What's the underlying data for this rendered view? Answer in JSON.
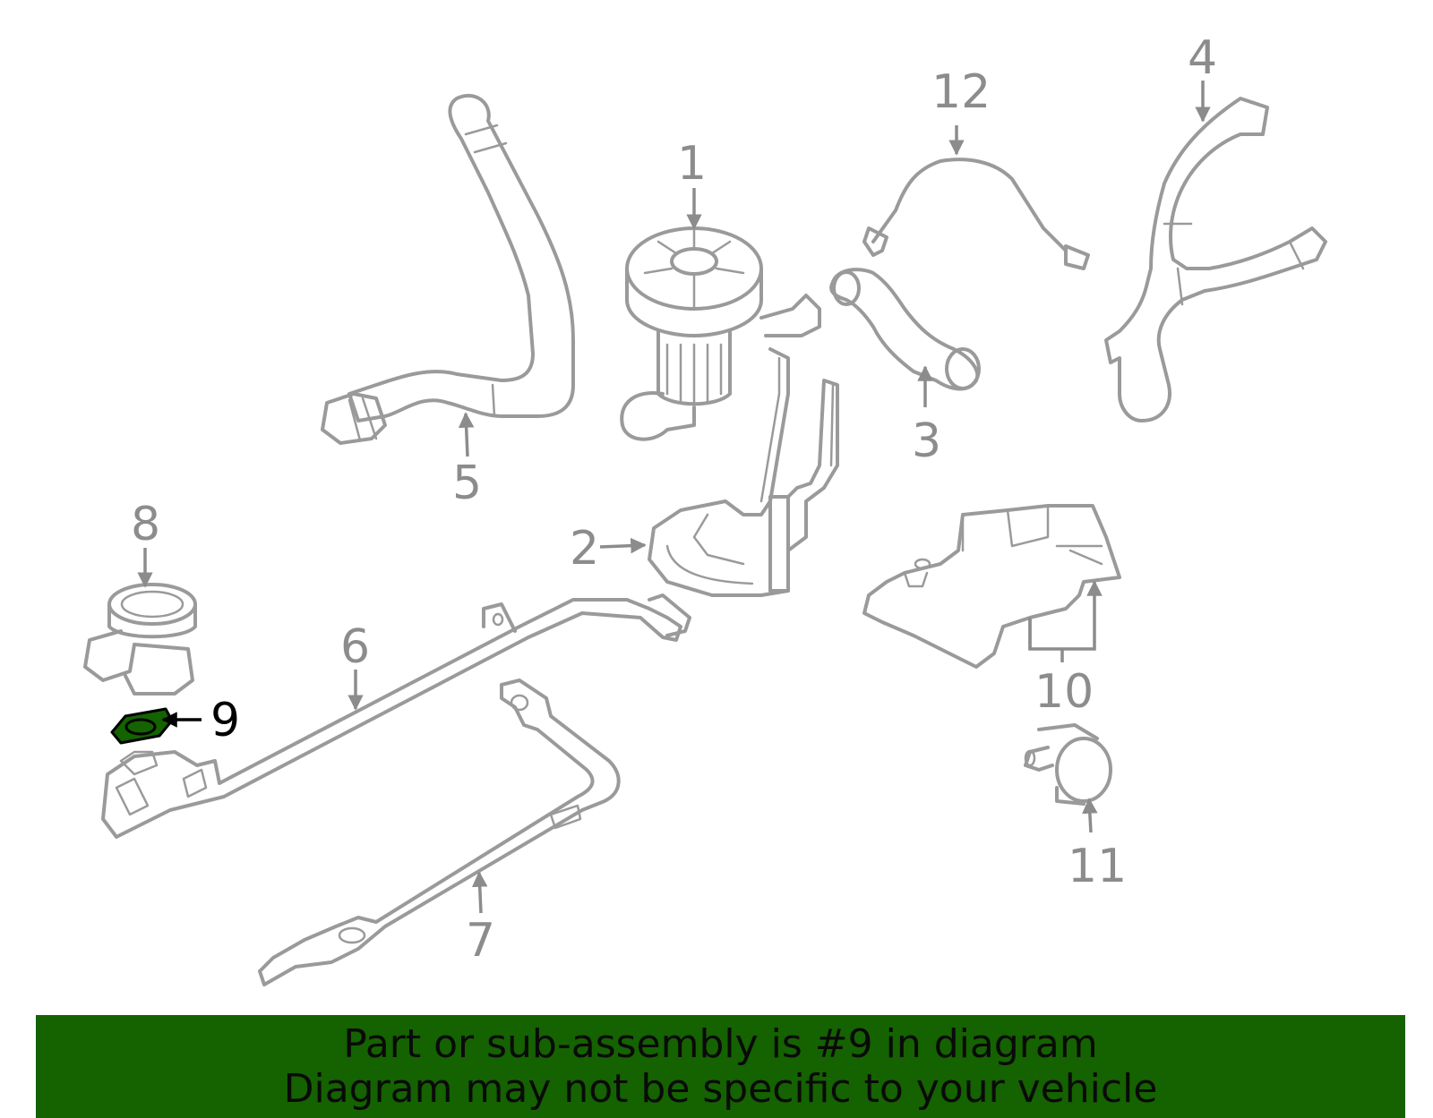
{
  "diagram": {
    "highlighted_part": "9",
    "callouts": [
      {
        "id": "1",
        "label": "1"
      },
      {
        "id": "2",
        "label": "2"
      },
      {
        "id": "3",
        "label": "3"
      },
      {
        "id": "4",
        "label": "4"
      },
      {
        "id": "5",
        "label": "5"
      },
      {
        "id": "6",
        "label": "6"
      },
      {
        "id": "7",
        "label": "7"
      },
      {
        "id": "8",
        "label": "8"
      },
      {
        "id": "9",
        "label": "9"
      },
      {
        "id": "10",
        "label": "10"
      },
      {
        "id": "11",
        "label": "11"
      },
      {
        "id": "12",
        "label": "12"
      }
    ],
    "colors": {
      "part_line": "#9a9a9a",
      "highlight_fill": "#156200",
      "banner_bg": "#156200"
    }
  },
  "banner": {
    "line1": "Part or sub-assembly is #9 in diagram",
    "line2": "Diagram may not be specific to your vehicle"
  }
}
